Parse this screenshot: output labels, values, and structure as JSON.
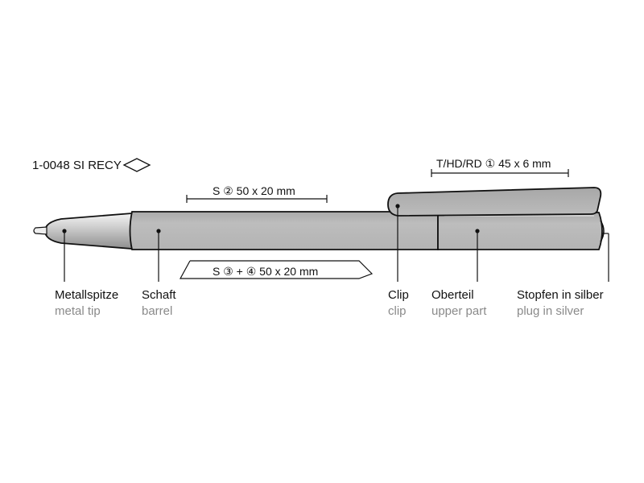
{
  "product": {
    "code": "1-0048 SI RECY"
  },
  "print_areas": {
    "clip": "T/HD/RD ① 45 x 6 mm",
    "barrel_top": "S ② 50 x 20 mm",
    "barrel_bottom": "S ③ + ④ 50 x 20 mm"
  },
  "parts": [
    {
      "de": "Metallspitze",
      "en": "metal tip"
    },
    {
      "de": "Schaft",
      "en": "barrel"
    },
    {
      "de": "Clip",
      "en": "clip"
    },
    {
      "de": "Oberteil",
      "en": "upper part"
    },
    {
      "de": "Stopfen in silber",
      "en": "plug in silver"
    }
  ],
  "colors": {
    "body": "#b9b9b9",
    "outline": "#111111",
    "label_en": "#8a8a8a"
  }
}
